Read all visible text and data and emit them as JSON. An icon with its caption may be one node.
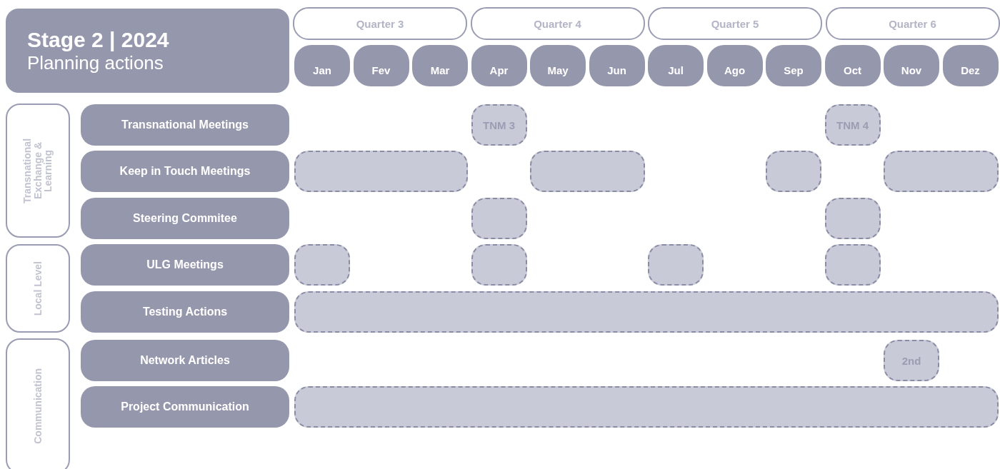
{
  "diagram": {
    "nodes": [
      {
        "text": [
          "Stage 2 | 2024",
          "Planning actions"
        ]
      },
      {
        "text": [
          "Quarter 3"
        ]
      },
      {
        "text": [
          "Quarter 4"
        ]
      },
      {
        "text": [
          "Quarter 5"
        ]
      },
      {
        "text": [
          "Quarter 6"
        ]
      },
      {
        "text": [
          "Jan"
        ]
      },
      {
        "text": [
          "Fev"
        ]
      },
      {
        "text": [
          "Mar"
        ]
      },
      {
        "text": [
          "Apr"
        ]
      },
      {
        "text": [
          "May"
        ]
      },
      {
        "text": [
          "Jun"
        ]
      },
      {
        "text": [
          "Jul"
        ]
      },
      {
        "text": [
          "Ago"
        ]
      },
      {
        "text": [
          "Sep"
        ]
      },
      {
        "text": [
          "Oct"
        ]
      },
      {
        "text": [
          "Nov"
        ]
      },
      {
        "text": [
          "Dez"
        ]
      },
      {
        "text": [
          "Transnational Exchange & Learning"
        ]
      },
      {
        "text": [
          "Transnational Meetings"
        ]
      },
      {
        "text": [
          "TNM 3"
        ]
      },
      {
        "text": [
          "TNM 4"
        ]
      },
      {
        "text": [
          "Keep in Touch Meetings"
        ]
      },
      {
        "text": [],
        "shape": "bar"
      },
      {
        "text": [],
        "shape": "bar"
      },
      {
        "text": [],
        "shape": "bar"
      },
      {
        "text": [],
        "shape": "bar"
      },
      {
        "text": [
          "Steering Commitee"
        ]
      },
      {
        "text": [],
        "shape": "bar"
      },
      {
        "text": [],
        "shape": "bar"
      },
      {
        "text": [
          "Local Level"
        ]
      },
      {
        "text": [
          "ULG Meetings"
        ]
      },
      {
        "text": [],
        "shape": "bar"
      },
      {
        "text": [],
        "shape": "bar"
      },
      {
        "text": [],
        "shape": "bar"
      },
      {
        "text": [],
        "shape": "bar"
      },
      {
        "text": [
          "Testing Actions"
        ]
      },
      {
        "text": [],
        "shape": "bar"
      },
      {
        "text": [
          "Communication"
        ]
      },
      {
        "text": [
          "Network Articles"
        ]
      },
      {
        "text": [
          "2nd"
        ]
      },
      {
        "text": [
          "Project Communication"
        ]
      },
      {
        "text": [],
        "shape": "bar"
      }
    ]
  }
}
